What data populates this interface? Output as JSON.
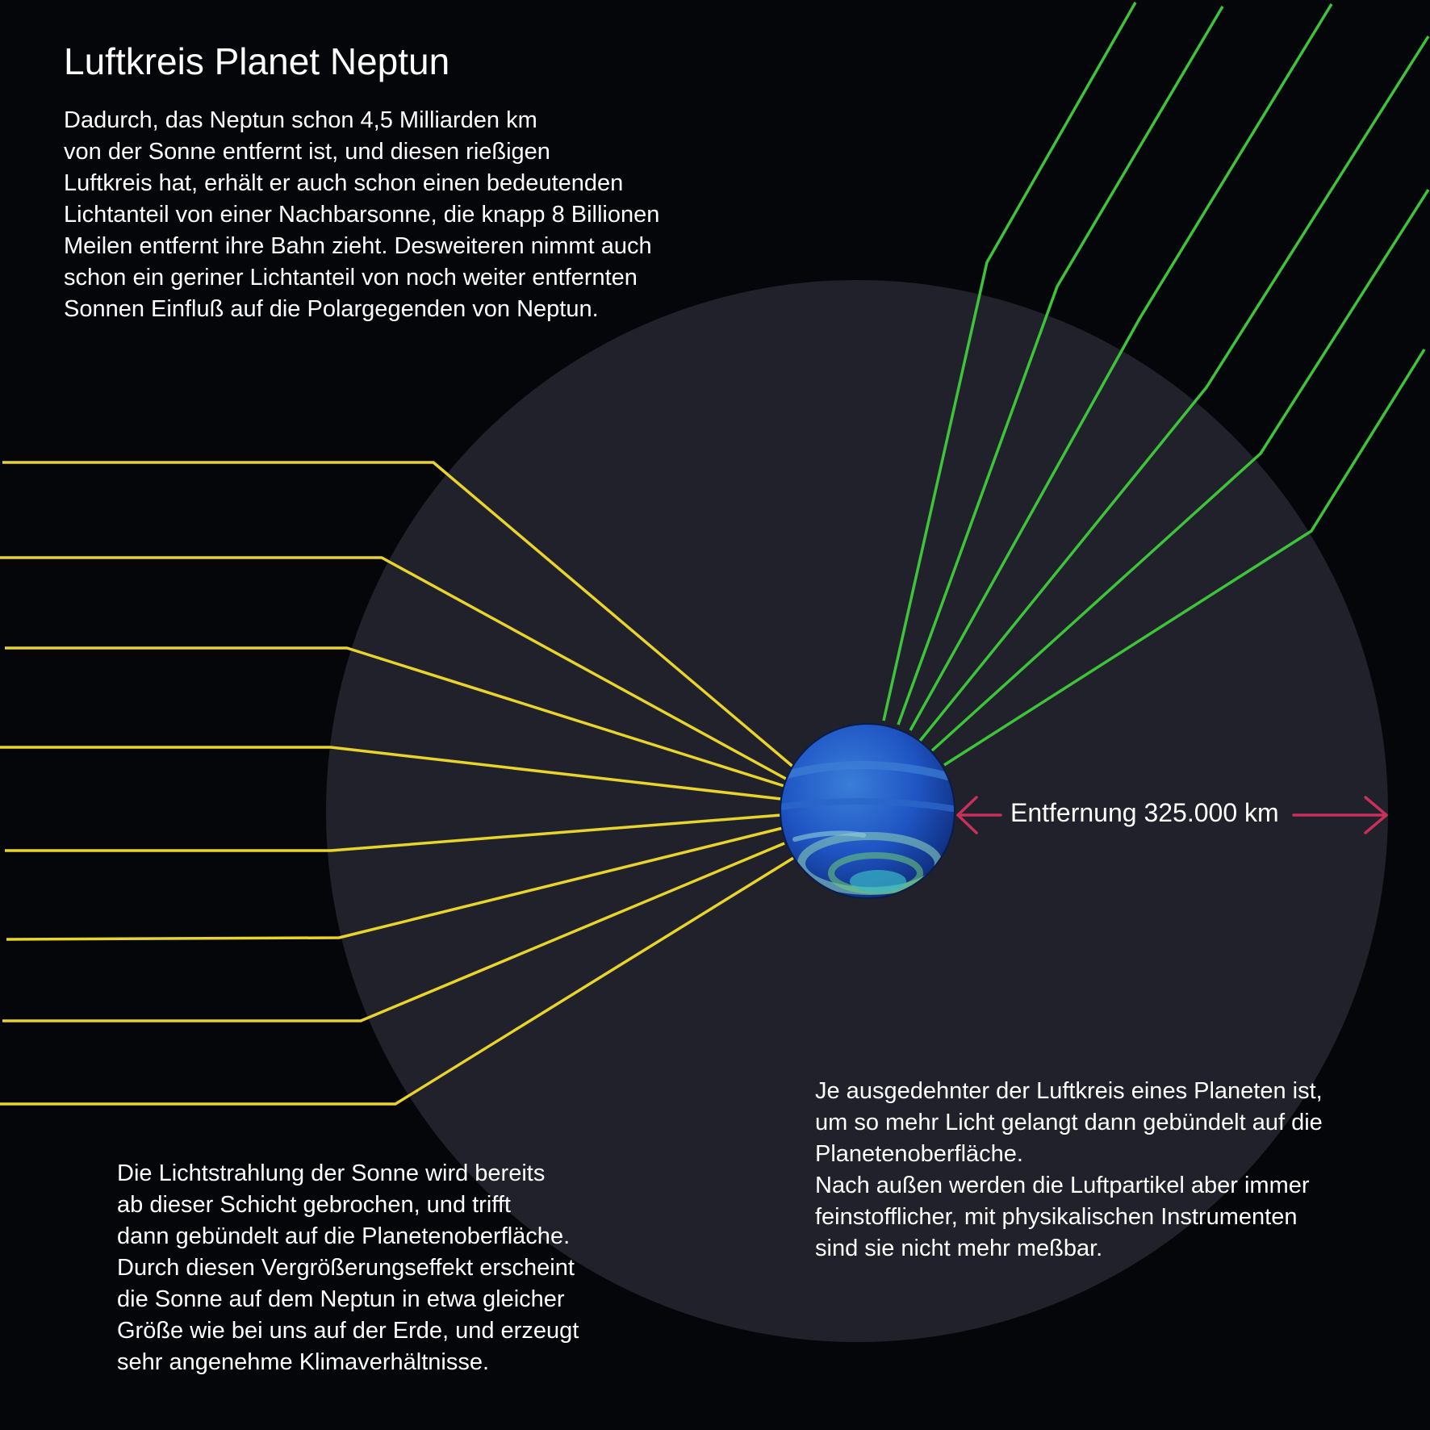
{
  "title": "Luftkreis Planet Neptun",
  "intro": "Dadurch, das Neptun schon 4,5 Milliarden km\nvon der Sonne entfernt ist, und diesen rießigen\nLuftkreis hat, erhält er auch schon einen bedeutenden\nLichtanteil von einer Nachbarsonne, die knapp 8 Billionen\nMeilen entfernt ihre Bahn zieht. Desweiteren nimmt auch\nschon ein geriner Lichtanteil von noch weiter entfernten\nSonnen Einfluß auf die Polargegenden von Neptun.",
  "note_left": "Die Lichtstrahlung der Sonne wird bereits\nab dieser Schicht gebrochen, und trifft\ndann gebündelt auf die Planetenoberfläche.\nDurch diesen Vergrößerungseffekt erscheint\ndie Sonne auf dem Neptun in etwa gleicher\nGröße wie bei uns auf der Erde, und erzeugt\nsehr angenehme Klimaverhältnisse.",
  "note_right": "Je ausgedehnter der Luftkreis eines Planeten ist,\num so mehr Licht gelangt dann gebündelt auf die\nPlanetenoberfläche.\nNach außen werden die Luftpartikel aber immer\nfeinstofflicher, mit physikalischen Instrumenten\nsind sie nicht mehr meßbar.",
  "distance_label": "Entfernung 325.000 km",
  "colors": {
    "background": "#05060a",
    "atmosphere": "#20212b",
    "sun_rays": "#e8d42a",
    "neighbor_rays": "#3ec43a",
    "distance_arrow": "#c8305a",
    "planet": "#1f55c4"
  }
}
